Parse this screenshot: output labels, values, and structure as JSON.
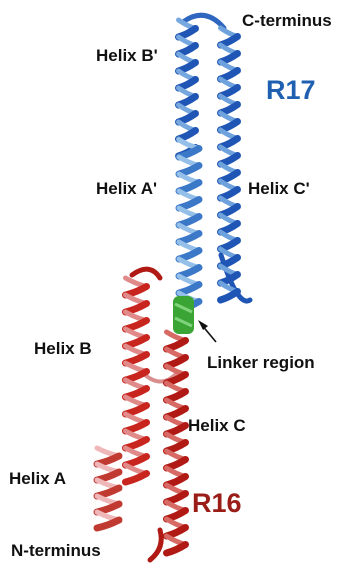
{
  "labels": {
    "c_terminus": "C-terminus",
    "helix_b_prime": "Helix B'",
    "r17": "R17",
    "helix_a_prime": "Helix A'",
    "helix_c_prime": "Helix C'",
    "helix_b": "Helix B",
    "linker_region": "Linker region",
    "helix_c": "Helix C",
    "helix_a": "Helix A",
    "r16": "R16",
    "n_terminus": "N-terminus"
  },
  "colors": {
    "r17_dark": "#1f55b4",
    "r17_light": "#7fb0e0",
    "r16_dark": "#b11a14",
    "r16_light": "#e7a3a3",
    "linker": "#3aa534",
    "r17_label": "#1f60b0",
    "r16_label": "#9a1d18"
  }
}
